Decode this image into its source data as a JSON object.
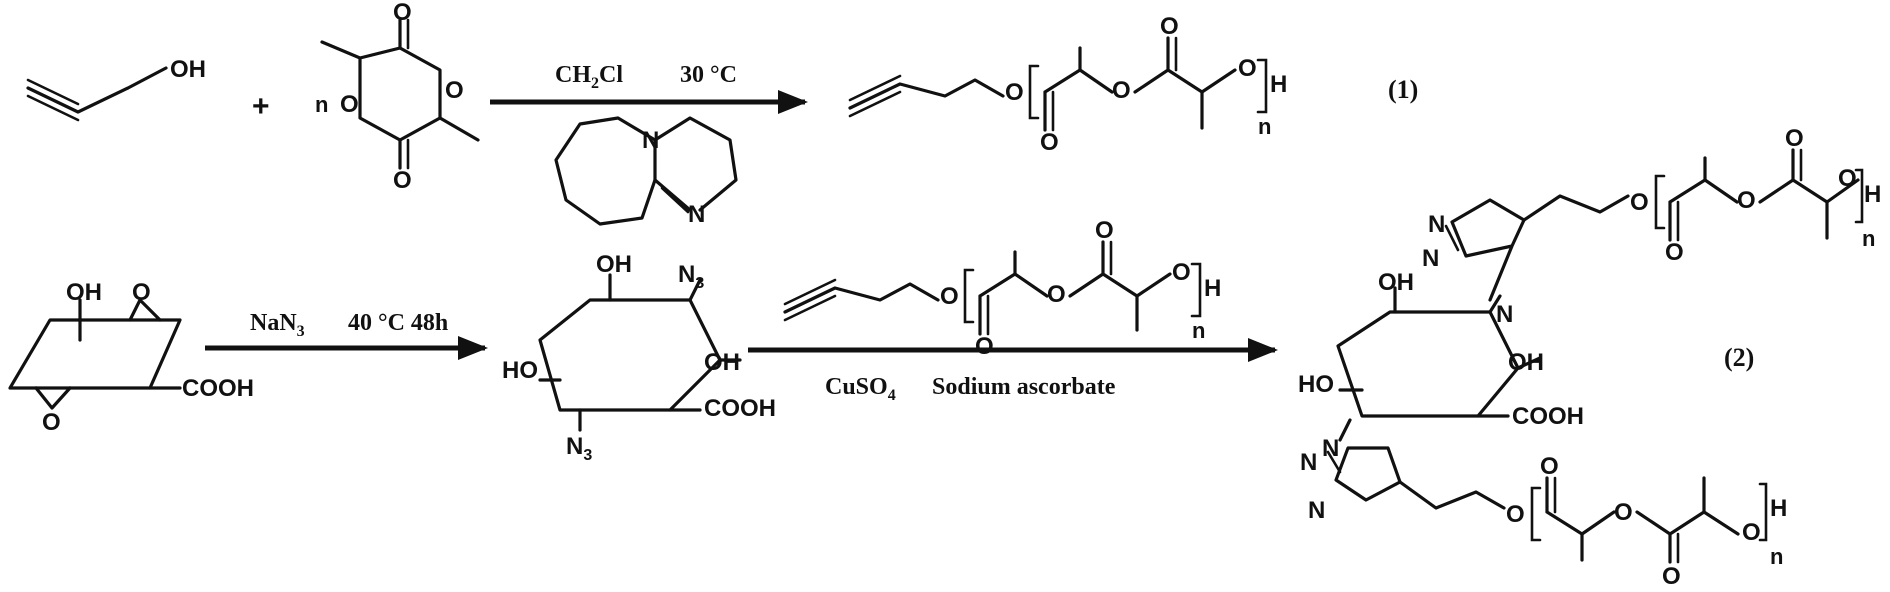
{
  "atoms": {
    "oh": "OH",
    "o": "O",
    "n": "n",
    "h": "H",
    "n_atom": "N",
    "cooh": "COOH",
    "ho": "HO",
    "n3_n": "N",
    "n3_sub": "3"
  },
  "reaction1": {
    "plus": "+",
    "cond_ch2cl2_main": "CH",
    "cond_ch2cl2_sub": "2",
    "cond_ch2cl2_end": "Cl",
    "cond_temp": "30 °C",
    "label": "(1)"
  },
  "reaction2": {
    "cond_nan3_main": "NaN",
    "cond_nan3_sub": "3",
    "cond_temp_time": "40 °C  48h",
    "cond_cu_main": "CuSO",
    "cond_cu_sub": "4",
    "cond_ascorbate": "Sodium ascorbate",
    "label": "(2)"
  },
  "colors": {
    "ink": "#111111",
    "background": "#ffffff"
  }
}
